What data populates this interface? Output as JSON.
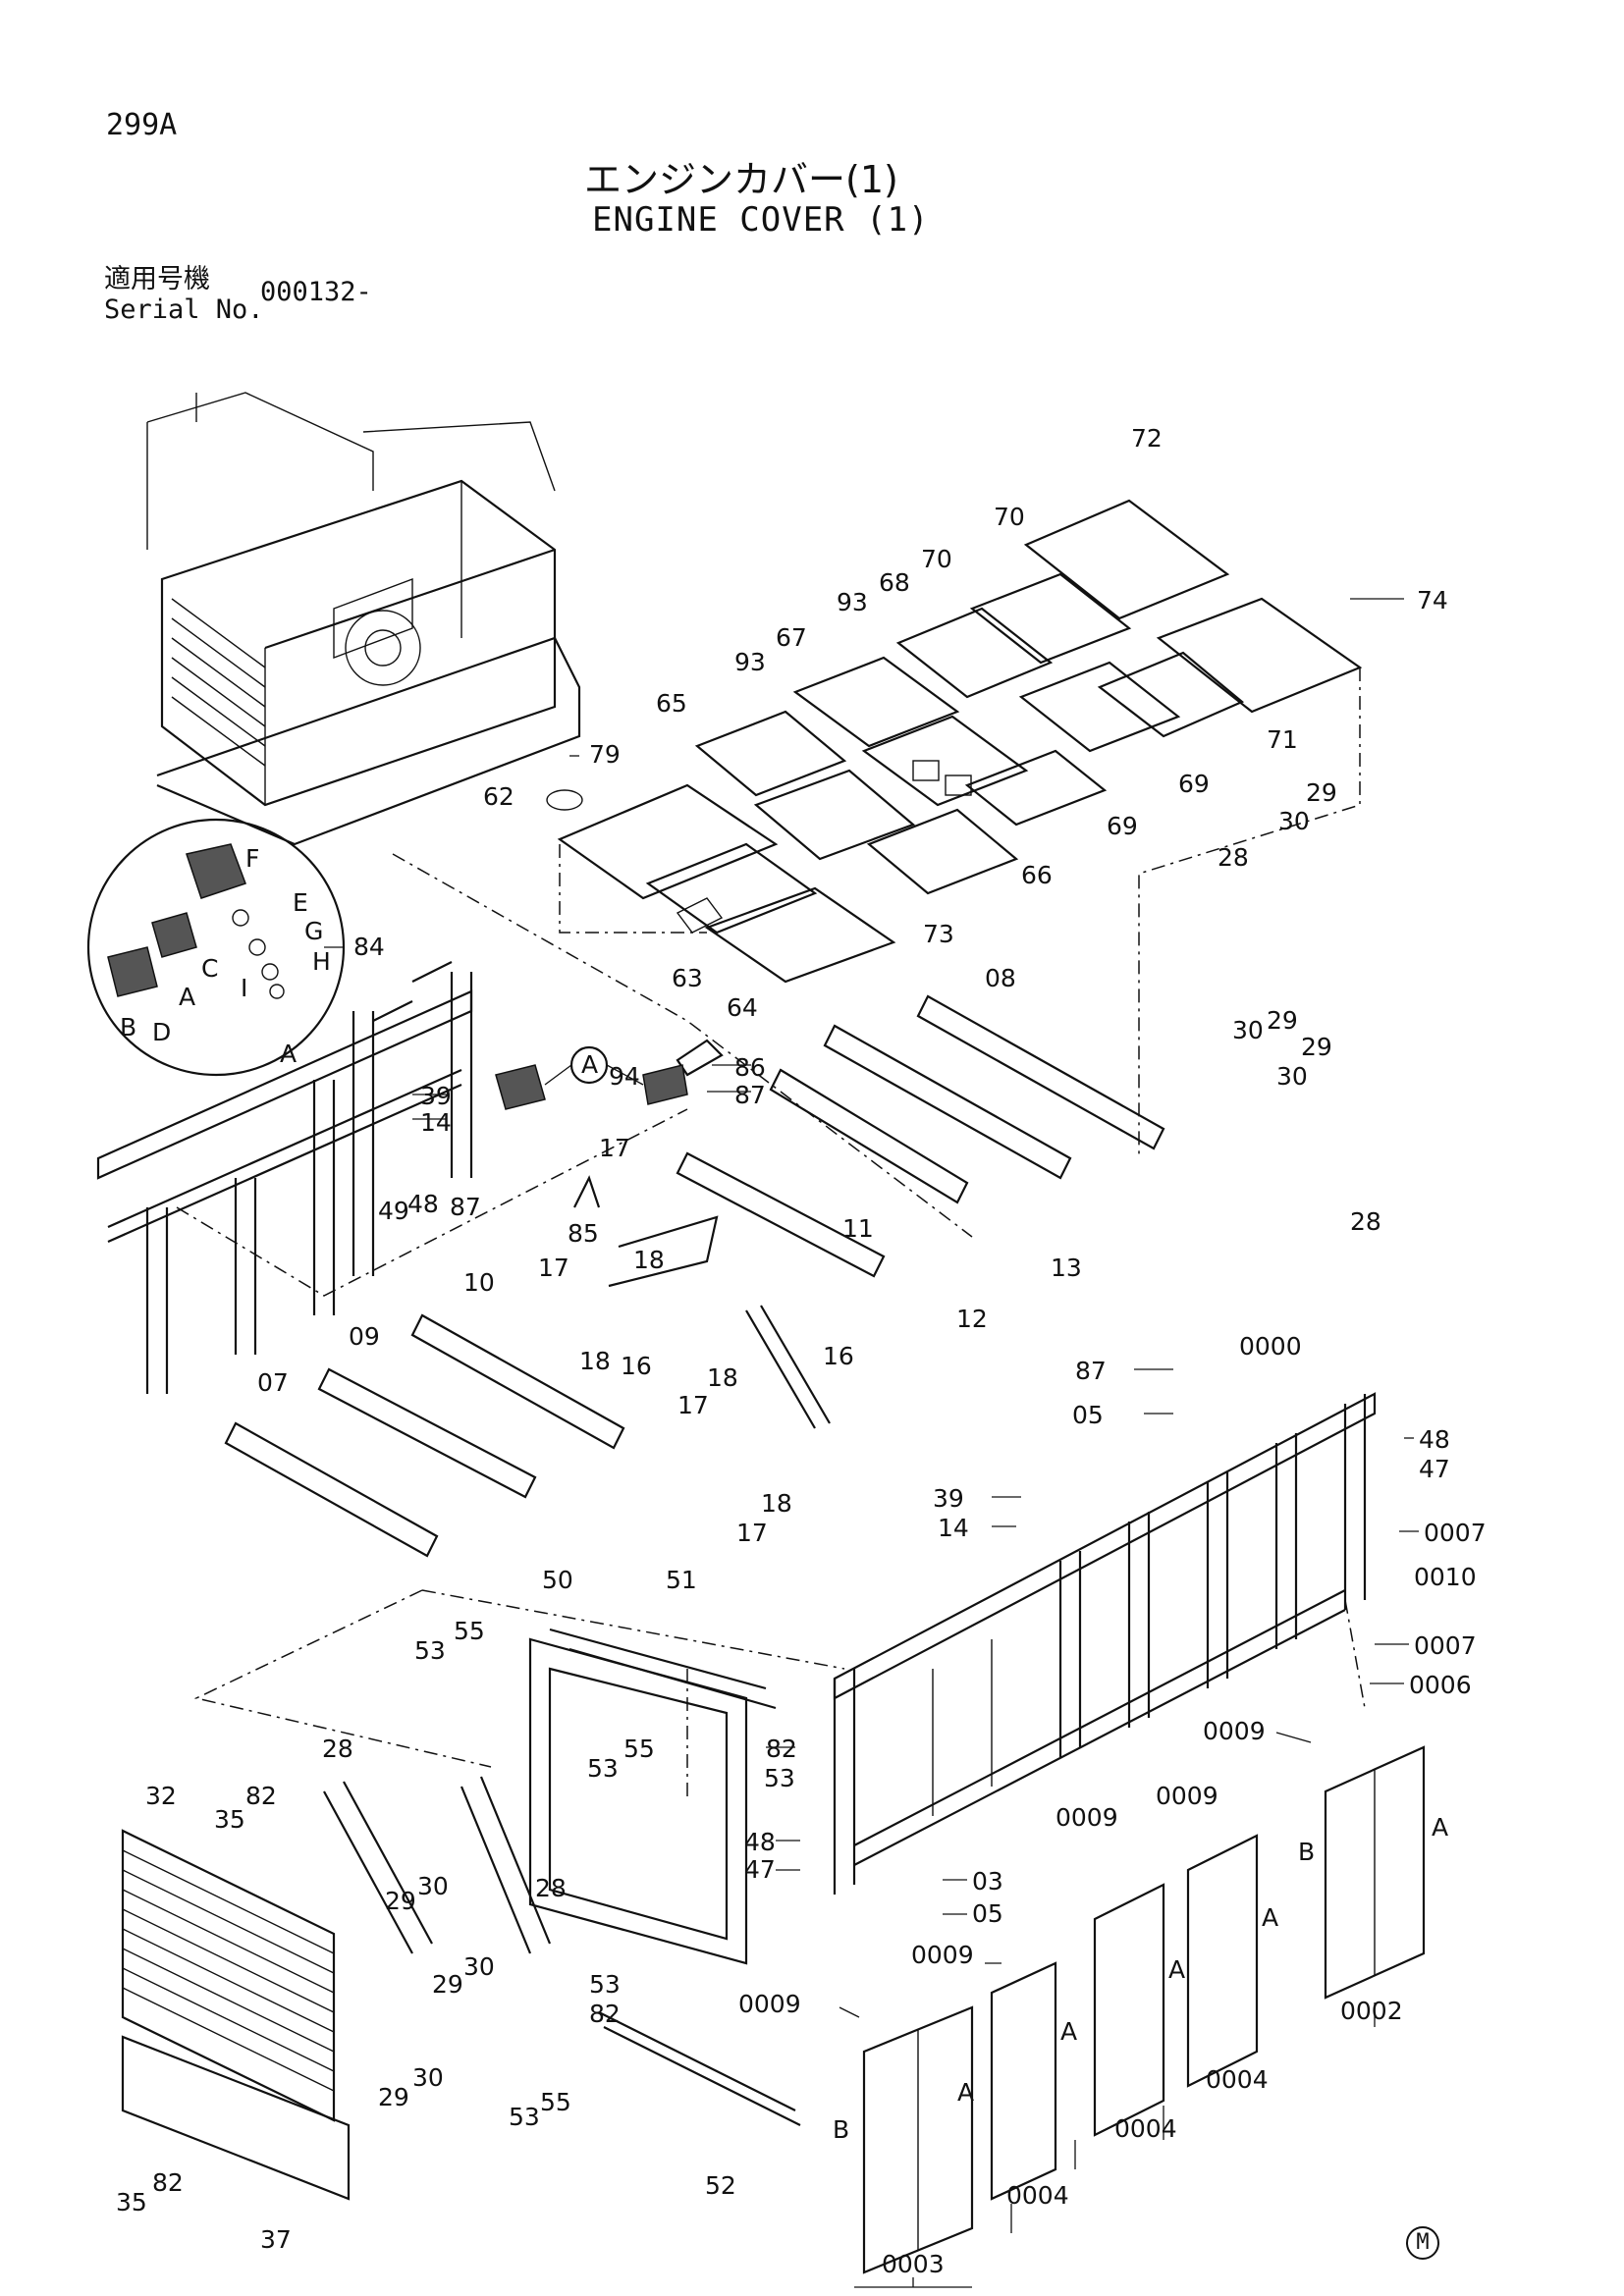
{
  "header": {
    "page_number": "299A",
    "title_jp": "エンジンカバー(1)",
    "title_en": "ENGINE COVER (1)",
    "serial_label_jp": "適用号機",
    "serial_label_en": "Serial No.",
    "serial_value": "000132-"
  },
  "mark": "M",
  "callouts": {
    "c299": "72",
    "c300": "70",
    "c301": "70",
    "c302": "74",
    "c303": "93",
    "c304": "68",
    "c305": "93",
    "c306": "67",
    "c307": "65",
    "c308": "79",
    "c309": "62",
    "c310": "71",
    "c311": "69",
    "c312": "69",
    "c313": "66",
    "c314": "73",
    "c315": "63",
    "c316": "64",
    "c317": "29",
    "c318": "30",
    "c319": "28",
    "c320": "30",
    "c321": "29",
    "c322": "30",
    "c323": "29",
    "c324": "28",
    "c325": "08",
    "c326": "13",
    "c327": "12",
    "c328": "11",
    "c329": "94",
    "c330": "86",
    "c331": "87",
    "c332": "A",
    "c333": "84",
    "c334": "F",
    "c335": "E",
    "c336": "G",
    "c337": "H",
    "c338": "I",
    "c339": "C",
    "c340": "A",
    "c341": "B",
    "c342": "D",
    "c343": "A",
    "c344": "39",
    "c345": "14",
    "c346": "49",
    "c347": "48",
    "c348": "87",
    "c349": "17",
    "c350": "85",
    "c351": "18",
    "c352": "17",
    "c353": "18",
    "c354": "16",
    "c355": "17",
    "c356": "18",
    "c357": "16",
    "c358": "17",
    "c359": "18",
    "c360": "10",
    "c361": "09",
    "c362": "07",
    "c363": "0000",
    "c364": "87",
    "c365": "05",
    "c366": "48",
    "c367": "47",
    "c368": "39",
    "c369": "14",
    "c370": "0007",
    "c371": "0010",
    "c372": "0007",
    "c373": "0006",
    "c374": "50",
    "c375": "51",
    "c376": "53",
    "c377": "55",
    "c378": "82",
    "c379": "53",
    "c380": "53",
    "c381": "55",
    "c382": "48",
    "c383": "47",
    "c384": "03",
    "c385": "05",
    "c386": "0009",
    "c387": "0009",
    "c388": "0009",
    "c389": "0009",
    "c390": "0009",
    "c391": "A",
    "c392": "B",
    "c393": "0002",
    "c394": "A",
    "c395": "0004",
    "c396": "A",
    "c397": "0004",
    "c398": "A",
    "c399": "0004",
    "c400": "A",
    "c401": "B",
    "c402": "0003",
    "c403": "32",
    "c404": "35",
    "c405": "82",
    "c406": "28",
    "c407": "29",
    "c408": "30",
    "c409": "28",
    "c410": "29",
    "c411": "30",
    "c412": "29",
    "c413": "30",
    "c414": "53",
    "c415": "55",
    "c416": "53",
    "c417": "82",
    "c418": "52",
    "c419": "35",
    "c420": "82",
    "c421": "37"
  }
}
